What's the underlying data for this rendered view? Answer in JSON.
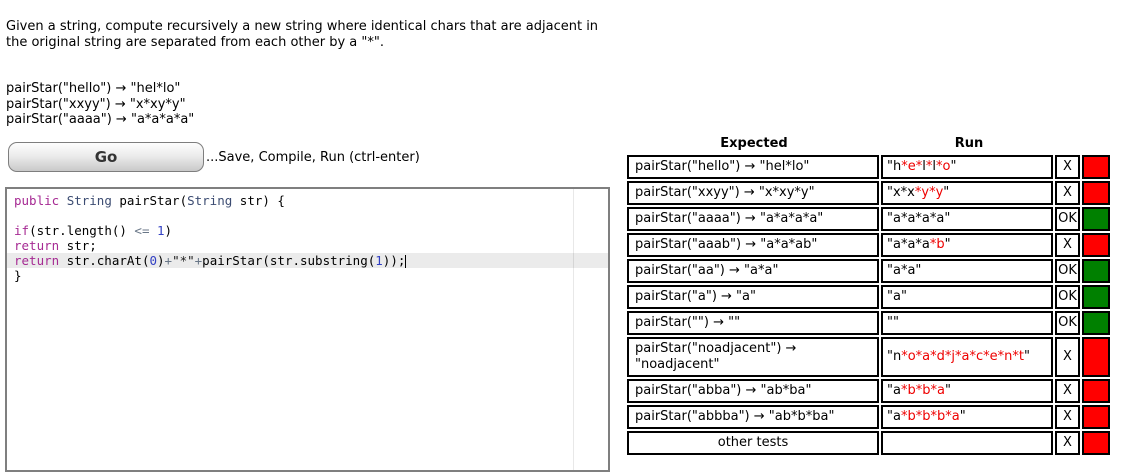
{
  "description": {
    "line1": "Given a string, compute recursively a new string where identical chars that are adjacent in",
    "line2": "the original string are separated from each other by a \"*\"."
  },
  "examples": [
    "pairStar(\"hello\") → \"hel*lo\"",
    "pairStar(\"xxyy\") → \"x*xy*y\"",
    "pairStar(\"aaaa\") → \"a*a*a*a\""
  ],
  "toolbar": {
    "go_label": "Go",
    "caption": "...Save, Compile, Run (ctrl-enter)"
  },
  "editor": {
    "colors": {
      "keyword": "#a62a93",
      "type": "#3c4c72",
      "operator": "#687687",
      "number": "#3341c4",
      "string": "#1a1a1a",
      "default": "#000000",
      "active_line_bg": "#ebebeb"
    },
    "lines": [
      {
        "tokens": [
          {
            "t": "public",
            "c": "keyword"
          },
          {
            "t": " ",
            "c": "default"
          },
          {
            "t": "String",
            "c": "type"
          },
          {
            "t": " pairStar(",
            "c": "default"
          },
          {
            "t": "String",
            "c": "type"
          },
          {
            "t": " str) {",
            "c": "default"
          }
        ]
      },
      {
        "tokens": []
      },
      {
        "tokens": [
          {
            "t": "if",
            "c": "keyword"
          },
          {
            "t": "(str.length() ",
            "c": "default"
          },
          {
            "t": "<=",
            "c": "operator"
          },
          {
            "t": " ",
            "c": "default"
          },
          {
            "t": "1",
            "c": "number"
          },
          {
            "t": ")",
            "c": "default"
          }
        ]
      },
      {
        "tokens": [
          {
            "t": "return",
            "c": "keyword"
          },
          {
            "t": " str;",
            "c": "default"
          }
        ]
      },
      {
        "tokens": [
          {
            "t": "return",
            "c": "keyword"
          },
          {
            "t": " str.charAt(",
            "c": "default"
          },
          {
            "t": "0",
            "c": "number"
          },
          {
            "t": ")",
            "c": "default"
          },
          {
            "t": "+",
            "c": "operator"
          },
          {
            "t": "\"*\"",
            "c": "string"
          },
          {
            "t": "+",
            "c": "operator"
          },
          {
            "t": "pairStar(str.substring(",
            "c": "default"
          },
          {
            "t": "1",
            "c": "number"
          },
          {
            "t": "));",
            "c": "default"
          }
        ],
        "active": true,
        "cursor": true
      },
      {
        "tokens": [
          {
            "t": "}",
            "c": "default"
          }
        ]
      }
    ]
  },
  "results": {
    "headers": {
      "expected": "Expected",
      "run": "Run"
    },
    "colors": {
      "pass_bg": "#008000",
      "fail_bg": "#ff0000",
      "diff_text": "#ee0000"
    },
    "rows": [
      {
        "expected": "pairStar(\"hello\") → \"hel*lo\"",
        "run": [
          {
            "t": "\"h",
            "d": false
          },
          {
            "t": "*e*",
            "d": true
          },
          {
            "t": "l",
            "d": false
          },
          {
            "t": "*",
            "d": true
          },
          {
            "t": "l",
            "d": false
          },
          {
            "t": "*o",
            "d": true
          },
          {
            "t": "\"",
            "d": false
          }
        ],
        "status": "X",
        "pass": false
      },
      {
        "expected": "pairStar(\"xxyy\") → \"x*xy*y\"",
        "run": [
          {
            "t": "\"x*x",
            "d": false
          },
          {
            "t": "*y*y",
            "d": true
          },
          {
            "t": "\"",
            "d": false
          }
        ],
        "status": "X",
        "pass": false
      },
      {
        "expected": "pairStar(\"aaaa\") → \"a*a*a*a\"",
        "run": [
          {
            "t": "\"a*a*a*a\"",
            "d": false
          }
        ],
        "status": "OK",
        "pass": true
      },
      {
        "expected": "pairStar(\"aaab\") → \"a*a*ab\"",
        "run": [
          {
            "t": "\"a*a*a",
            "d": false
          },
          {
            "t": "*b",
            "d": true
          },
          {
            "t": "\"",
            "d": false
          }
        ],
        "status": "X",
        "pass": false
      },
      {
        "expected": "pairStar(\"aa\") → \"a*a\"",
        "run": [
          {
            "t": "\"a*a\"",
            "d": false
          }
        ],
        "status": "OK",
        "pass": true
      },
      {
        "expected": "pairStar(\"a\") → \"a\"",
        "run": [
          {
            "t": "\"a\"",
            "d": false
          }
        ],
        "status": "OK",
        "pass": true
      },
      {
        "expected": "pairStar(\"\") → \"\"",
        "run": [
          {
            "t": "\"\"",
            "d": false
          }
        ],
        "status": "OK",
        "pass": true
      },
      {
        "expected": "pairStar(\"noadjacent\") → \"noadjacent\"",
        "run": [
          {
            "t": "\"n",
            "d": false
          },
          {
            "t": "*o*a*d*j*a*c*e*n*t",
            "d": true
          },
          {
            "t": "\"",
            "d": false
          }
        ],
        "status": "X",
        "pass": false
      },
      {
        "expected": "pairStar(\"abba\") → \"ab*ba\"",
        "run": [
          {
            "t": "\"a",
            "d": false
          },
          {
            "t": "*b*b*a",
            "d": true
          },
          {
            "t": "\"",
            "d": false
          }
        ],
        "status": "X",
        "pass": false
      },
      {
        "expected": "pairStar(\"abbba\") → \"ab*b*ba\"",
        "run": [
          {
            "t": "\"a",
            "d": false
          },
          {
            "t": "*b*b*b*a",
            "d": true
          },
          {
            "t": "\"",
            "d": false
          }
        ],
        "status": "X",
        "pass": false
      },
      {
        "expected": "other tests",
        "center": true,
        "run": [],
        "status": "X",
        "pass": false
      }
    ]
  }
}
